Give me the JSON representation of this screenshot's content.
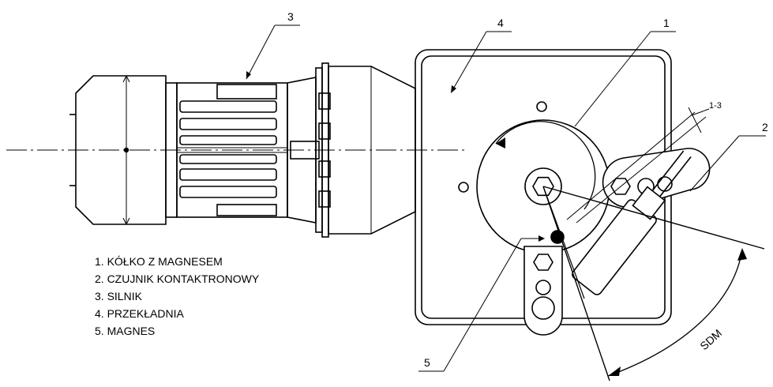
{
  "callouts": {
    "c1": "1",
    "c2": "2",
    "c3": "3",
    "c4": "4",
    "c5": "5",
    "gap": "1-3",
    "sdm": "SDM"
  },
  "legend": [
    "1. KÓŁKO Z MAGNESEM",
    "2. CZUJNIK KONTAKTRONOWY",
    "3. SILNIK",
    "4. PRZEKŁADNIA",
    "5. MAGNES"
  ],
  "colors": {
    "ink": "#000000",
    "background": "#ffffff"
  }
}
